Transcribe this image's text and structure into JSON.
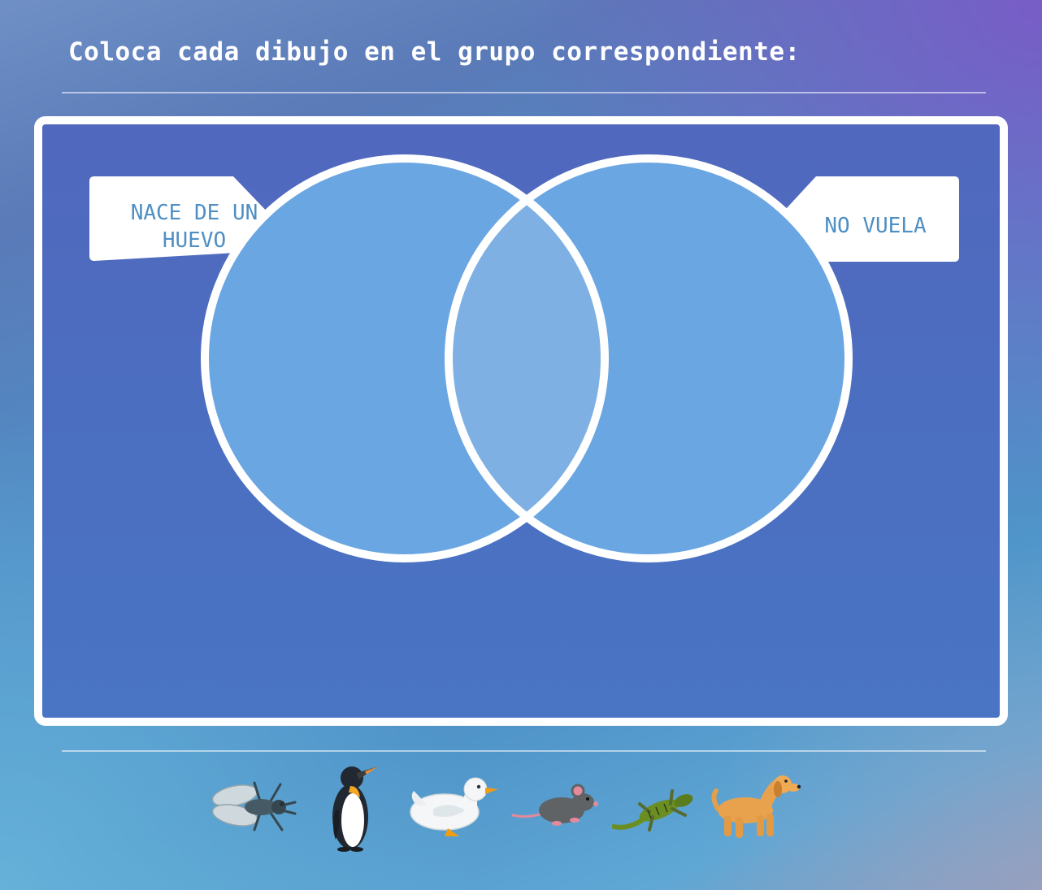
{
  "instruction": "Coloca cada dibujo en el grupo correspondiente:",
  "venn": {
    "left_label": "NACE DE UN HUEVO",
    "right_label": "NO VUELA"
  },
  "animals": [
    {
      "name": "fly",
      "icon": "fly-icon"
    },
    {
      "name": "penguin",
      "icon": "penguin-icon"
    },
    {
      "name": "duck",
      "icon": "duck-icon"
    },
    {
      "name": "mouse",
      "icon": "mouse-icon"
    },
    {
      "name": "lizard",
      "icon": "lizard-icon"
    },
    {
      "name": "dog",
      "icon": "dog-icon"
    }
  ],
  "colors": {
    "circle_fill": "#6aa6e2",
    "overlap_fill": "#7eb0e3",
    "label_text": "#4f8fc4",
    "border": "#ffffff"
  }
}
